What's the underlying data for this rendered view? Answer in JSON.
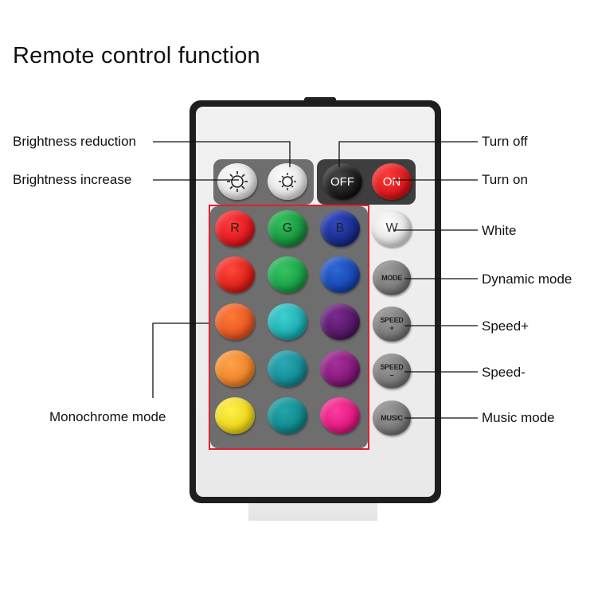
{
  "title": "Remote control function",
  "labels": {
    "brightness_reduction": "Brightness reduction",
    "brightness_increase": "Brightness increase",
    "monochrome_mode": "Monochrome mode",
    "turn_off": "Turn off",
    "turn_on": "Turn on",
    "white": "White",
    "dynamic_mode": "Dynamic mode",
    "speed_plus": "Speed+",
    "speed_minus": "Speed-",
    "music_mode": "Music mode"
  },
  "buttons": {
    "off": "OFF",
    "on": "ON",
    "r": "R",
    "g": "G",
    "b": "B",
    "w": "W",
    "mode": "MODE",
    "speed_plus_top": "SPEED",
    "speed_plus_sign": "+",
    "speed_minus_top": "SPEED",
    "speed_minus_sign": "–",
    "music": "MUSIC"
  },
  "colors": {
    "row1": [
      "#e8141c",
      "#169a3e",
      "#1a2f9a"
    ],
    "row2": [
      "#e81f1a",
      "#19a34a",
      "#1548b8"
    ],
    "row3": [
      "#f05a1c",
      "#1ab3b5",
      "#5a1a6e"
    ],
    "row4": [
      "#f58a2a",
      "#14909c",
      "#8a1a7a"
    ],
    "row5": [
      "#f5e010",
      "#118f92",
      "#e0157f"
    ]
  }
}
